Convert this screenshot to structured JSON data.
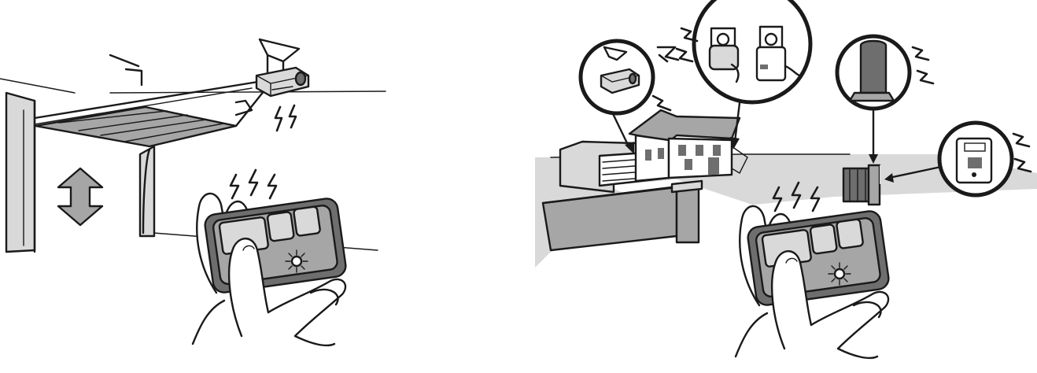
{
  "scenes": [
    {
      "name": "garage-door-opener-scene",
      "elements": [
        "garage-door",
        "garage-door-opener",
        "open-close-arrow",
        "hand-held-remote"
      ]
    },
    {
      "name": "home-automation-scene",
      "elements": [
        "house",
        "garage-door-opener-callout",
        "light-control-callout",
        "gate-operator-callout",
        "wireless-receiver-callout",
        "hand-held-remote"
      ]
    }
  ],
  "remote": {
    "button_count": 3,
    "led_state": "lit"
  },
  "colors": {
    "line": "#1a1a1a",
    "fill_light": "#d9d9d9",
    "fill_mid": "#a6a6a6",
    "fill_dark": "#6e6e6e",
    "background": "#ffffff"
  },
  "icons": [
    "lightning-bolt-icon",
    "double-arrow-icon",
    "led-flash-icon",
    "arrow-icon"
  ]
}
